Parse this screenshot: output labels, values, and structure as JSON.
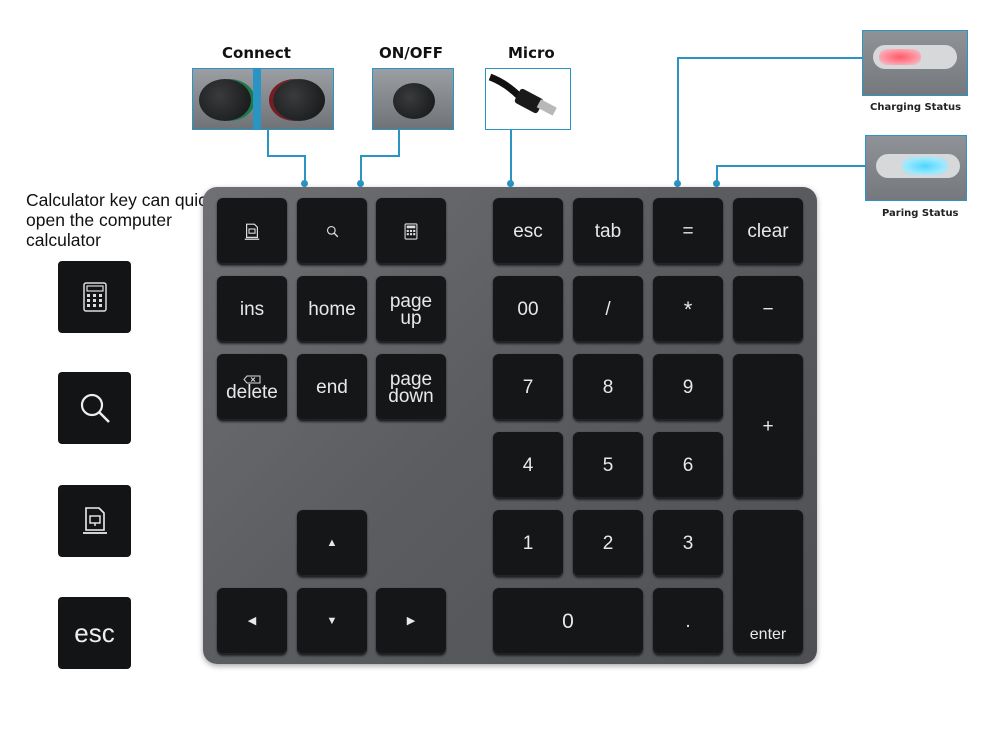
{
  "callouts": {
    "connect": "Connect",
    "onoff": "ON/OFF",
    "micro": "Micro",
    "charging": "Charging Status",
    "pairing": "Paring Status"
  },
  "side": {
    "description": "Calculator key can quick open the computer calculator",
    "esc_label": "esc"
  },
  "keys": {
    "esc": "esc",
    "tab": "tab",
    "equals": "=",
    "clear": "clear",
    "ins": "ins",
    "home": "home",
    "page": "page",
    "up": "up",
    "double_zero": "00",
    "slash": "/",
    "asterisk": "*",
    "minus": "−",
    "delete": "delete",
    "end": "end",
    "down": "down",
    "seven": "7",
    "eight": "8",
    "nine": "9",
    "plus": "+",
    "four": "4",
    "five": "5",
    "six": "6",
    "one": "1",
    "two": "2",
    "three": "3",
    "zero": "0",
    "dot": ".",
    "enter": "enter",
    "arrow_up": "▲",
    "arrow_left": "◀",
    "arrow_down": "▼",
    "arrow_right": "▶"
  },
  "colors": {
    "accent_line": "#2a94c4",
    "charging_led": "#ff5a6a",
    "pairing_led": "#4fd6ff"
  },
  "icons": [
    "calculator-icon",
    "search-icon",
    "display-icon",
    "delete-x-icon"
  ]
}
